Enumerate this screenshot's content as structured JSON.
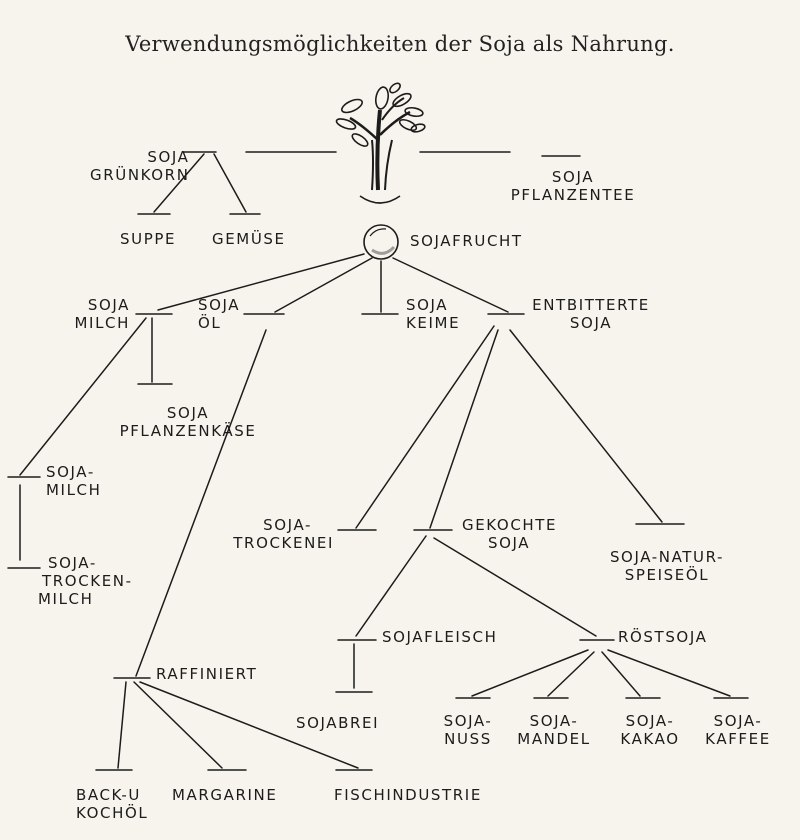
{
  "title": "Verwendungsmöglichkeiten der Soja als Nahrung.",
  "nodes": {
    "gruenkorn": [
      "SOJA",
      "GRÜNKORN"
    ],
    "pflanzentee": [
      "SOJA",
      "PFLANZENTEE"
    ],
    "suppe": "SUPPE",
    "gemuese": "GEMÜSE",
    "sojafrucht": "SOJAFRUCHT",
    "milch": [
      "SOJA",
      "MILCH"
    ],
    "oel": [
      "SOJA",
      "ÖL"
    ],
    "keime": [
      "SOJA",
      "KEIME"
    ],
    "entbitterte": [
      "ENTBITTERTE",
      "SOJA"
    ],
    "pflanzenkaese": [
      "SOJA",
      "PFLANZENKÄSE"
    ],
    "milch2": [
      "SOJA-",
      "MILCH"
    ],
    "trockenmilch": [
      "SOJA-",
      "TROCKEN-",
      "MILCH"
    ],
    "trockenei": [
      "SOJA-",
      "TROCKENEI"
    ],
    "gekochte": [
      "GEKOCHTE",
      "SOJA"
    ],
    "natur": [
      "SOJA-NATUR-",
      "SPEISEÖL"
    ],
    "fleisch": "SOJAFLEISCH",
    "roestsoja": "RÖSTSOJA",
    "raffiniert": "RAFFINIERT",
    "brei": "SOJABREI",
    "nuss": [
      "SOJA-",
      "NUSS"
    ],
    "mandel": [
      "SOJA-",
      "MANDEL"
    ],
    "kakao": [
      "SOJA-",
      "KAKAO"
    ],
    "kaffee": [
      "SOJA-",
      "KAFFEE"
    ],
    "backoel": [
      "BACK-U",
      "KOCHÖL"
    ],
    "margarine": "MARGARINE",
    "fischindustrie": "FISCHINDUSTRIE"
  }
}
